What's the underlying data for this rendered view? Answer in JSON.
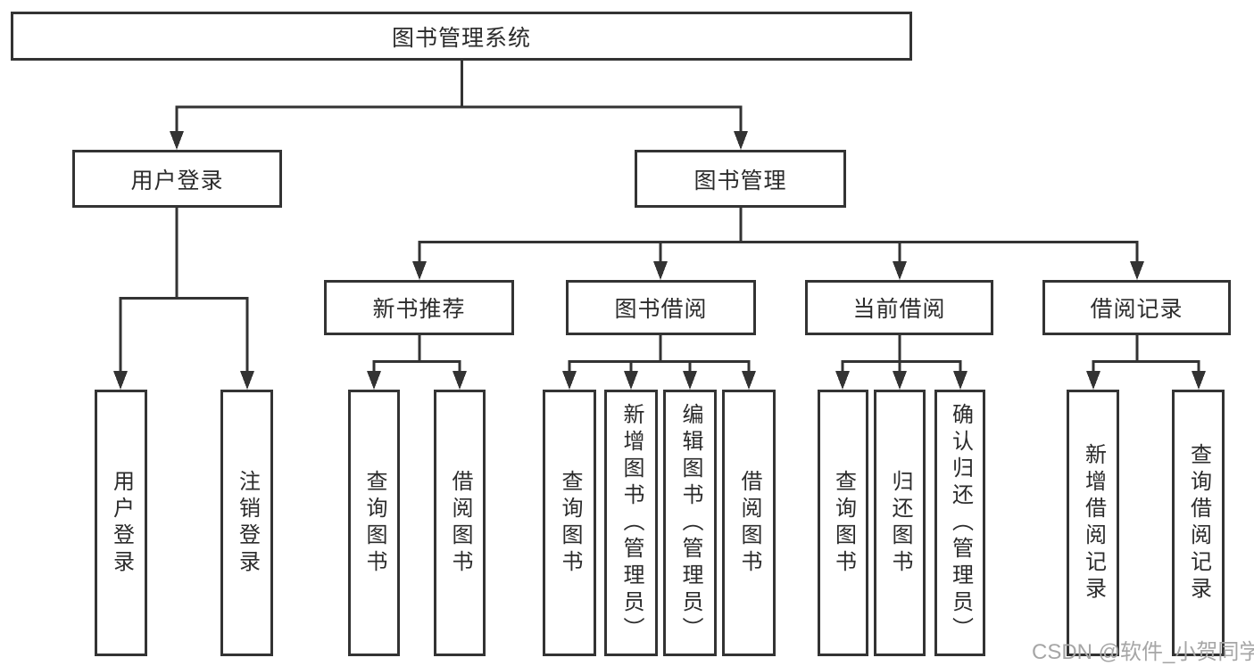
{
  "colors": {
    "line": "#333333",
    "text": "#2b2b2b",
    "background": "#ffffff",
    "watermark": "#a6a6a6"
  },
  "watermark": {
    "text": "CSDN @软件_小贺同学"
  },
  "diagram": {
    "root": {
      "label": "图书管理系统"
    },
    "level2": [
      {
        "label": "用户登录"
      },
      {
        "label": "图书管理"
      }
    ],
    "level3": [
      {
        "label": "新书推荐"
      },
      {
        "label": "图书借阅"
      },
      {
        "label": "当前借阅"
      },
      {
        "label": "借阅记录"
      }
    ],
    "leaves": [
      {
        "label": "用户登录"
      },
      {
        "label": "注销登录"
      },
      {
        "label": "查询图书"
      },
      {
        "label": "借阅图书"
      },
      {
        "label": "查询图书"
      },
      {
        "label": "新增图书（管理员）"
      },
      {
        "label": "编辑图书（管理员）"
      },
      {
        "label": "借阅图书"
      },
      {
        "label": "查询图书"
      },
      {
        "label": "归还图书"
      },
      {
        "label": "确认归还（管理员）"
      },
      {
        "label": "新增借阅记录"
      },
      {
        "label": "查询借阅记录"
      }
    ]
  }
}
